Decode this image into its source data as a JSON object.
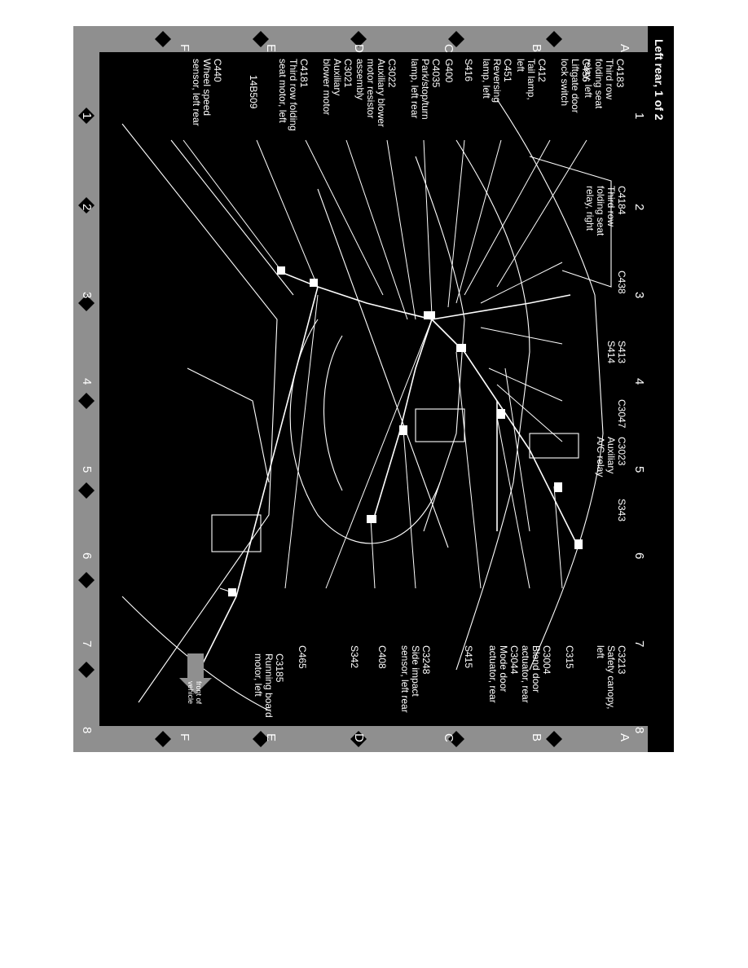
{
  "title": "Left rear, 1 of 2",
  "grid": {
    "columns": [
      "1",
      "2",
      "3",
      "4",
      "5",
      "6",
      "7",
      "8"
    ],
    "rows": [
      "A",
      "B",
      "C",
      "D",
      "E",
      "F"
    ]
  },
  "callouts_left": {
    "A": [
      {
        "id": "C4183",
        "desc": "Third row folding seat relay, left"
      },
      {
        "id": "C456",
        "desc": "Liftgate door lock switch"
      }
    ],
    "B": [
      {
        "id": "C412",
        "desc": "Tail lamp, left"
      },
      {
        "id": "C451",
        "desc": "Reversing lamp, left"
      },
      {
        "id": "S416",
        "desc": ""
      }
    ],
    "C": [
      {
        "id": "G400",
        "desc": ""
      },
      {
        "id": "C4035",
        "desc": "Park/stop/turn lamp, left rear"
      }
    ],
    "D": [
      {
        "id": "C3022",
        "desc": "Auxiliary blower motor resistor assembly"
      },
      {
        "id": "C3021",
        "desc": "Auxiliary blower motor"
      }
    ],
    "E": [
      {
        "id": "C4181",
        "desc": "Third row folding seat motor, left"
      }
    ],
    "F": [
      {
        "id": "14B509",
        "desc": ""
      },
      {
        "id": "C440",
        "desc": "Wheel speed sensor, left rear"
      }
    ]
  },
  "callouts_top": [
    {
      "id": "C4184",
      "desc": "Third row folding seat relay, right"
    },
    {
      "id": "C438",
      "desc": ""
    },
    {
      "id": "S413 S414",
      "desc": ""
    },
    {
      "id": "C3047",
      "desc": ""
    },
    {
      "id": "C3023",
      "desc": "Auxiliary A/C relay"
    },
    {
      "id": "S343",
      "desc": ""
    }
  ],
  "callouts_right": [
    {
      "id": "C3213",
      "desc": "Safety canopy, left"
    },
    {
      "id": "C315",
      "desc": ""
    },
    {
      "id": "C3004",
      "desc": "Blend door actuator, rear"
    },
    {
      "id": "C3044",
      "desc": "Mode door actuator, rear"
    },
    {
      "id": "S415",
      "desc": ""
    },
    {
      "id": "C3248",
      "desc": "Side impact sensor, left rear"
    },
    {
      "id": "C408",
      "desc": ""
    },
    {
      "id": "S342",
      "desc": ""
    },
    {
      "id": "C465",
      "desc": ""
    },
    {
      "id": "C3185",
      "desc": "Running board motor, left"
    }
  ],
  "orientation_note": "front of vehicle",
  "colors": {
    "background": "#000000",
    "line": "#ffffff",
    "page": "#ffffff"
  }
}
